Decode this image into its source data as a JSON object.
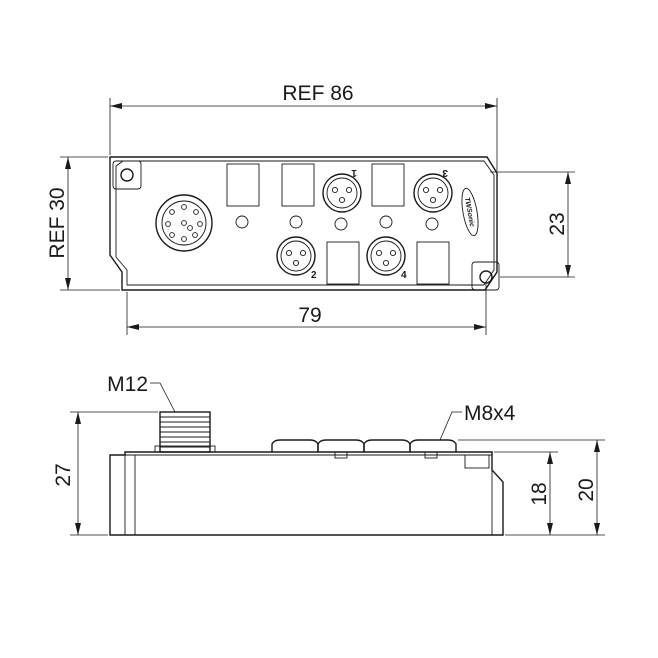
{
  "top_view": {
    "dim_ref_width": "REF 86",
    "dim_ref_height": "REF 30",
    "dim_width": "79",
    "dim_height": "23",
    "port_labels": [
      "1",
      "2",
      "3",
      "4"
    ],
    "brand_logo": "TWSonic"
  },
  "side_view": {
    "connector_label": "M12",
    "ports_label": "M8x4",
    "dim_total_height": "27",
    "dim_body_height": "18",
    "dim_height_20": "20"
  }
}
